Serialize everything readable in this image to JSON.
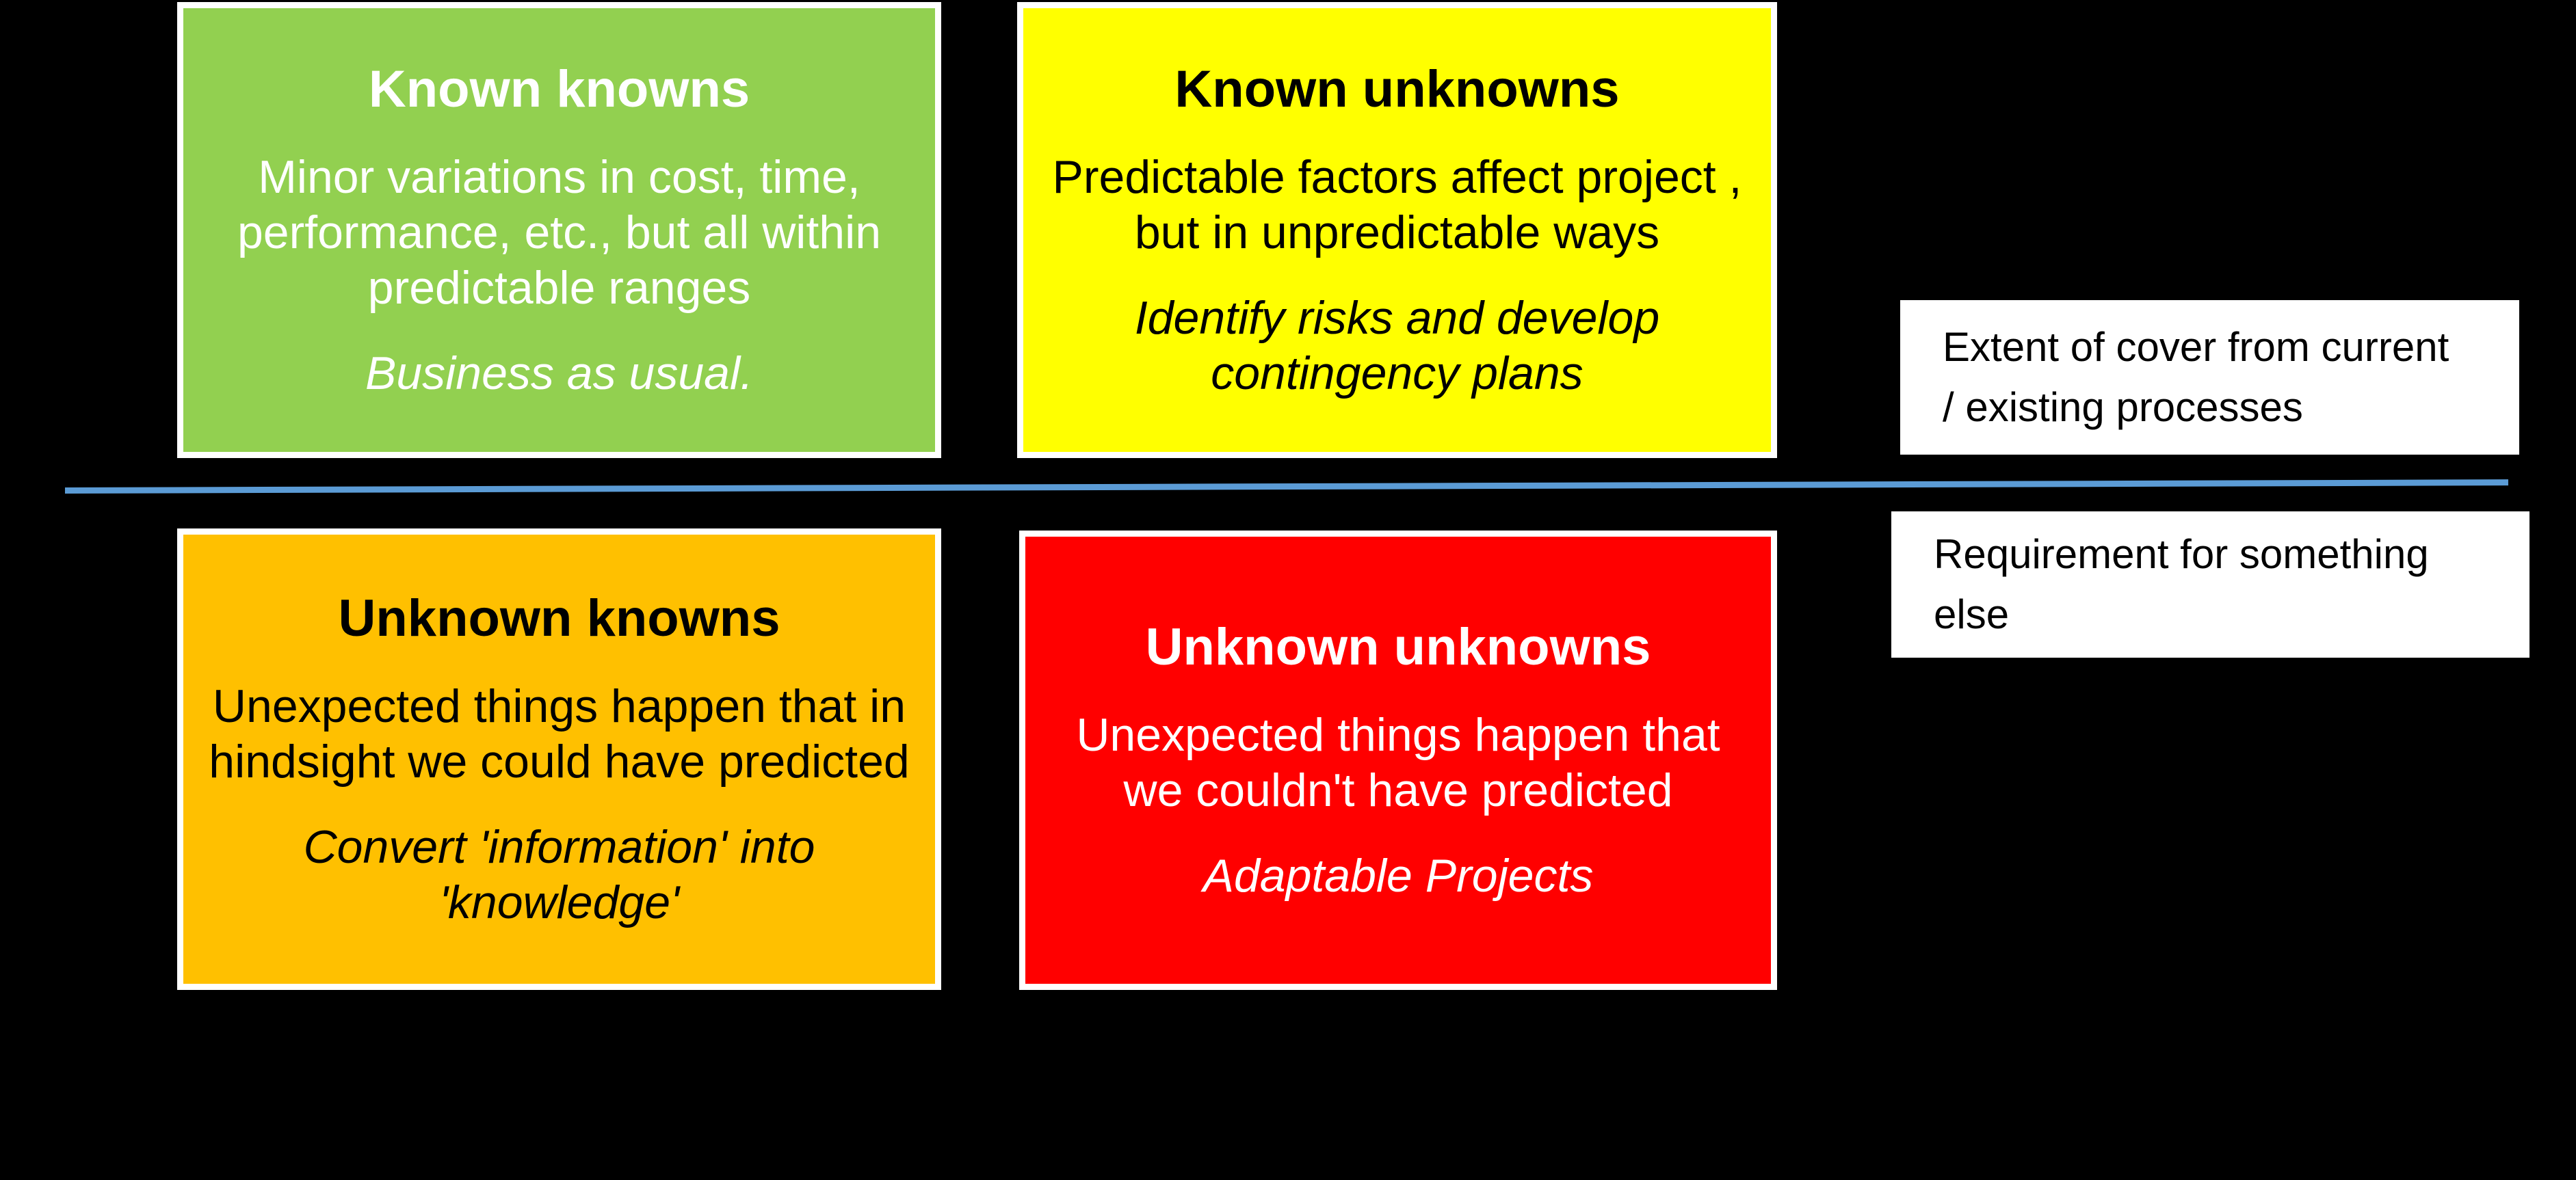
{
  "background": "#000000",
  "quadrants": [
    {
      "id": "known-knowns",
      "title": "Known knowns",
      "body": "Minor variations in cost, time,\nperformance, etc., but all within\npredictable ranges",
      "action": "Business as usual.",
      "fill": "#92D050",
      "text_color": "#FFFFFF"
    },
    {
      "id": "known-unknowns",
      "title": "Known unknowns",
      "body": "Predictable factors affect project ,\nbut in unpredictable ways",
      "action": "Identify risks and develop\ncontingency plans",
      "fill": "#FFFF00",
      "text_color": "#000000"
    },
    {
      "id": "unknown-knowns",
      "title": "Unknown knowns",
      "body": "Unexpected things happen that in\nhindsight we could have predicted",
      "action": "Convert 'information' into\n'knowledge'",
      "fill": "#FFC000",
      "text_color": "#000000"
    },
    {
      "id": "unknown-unknowns",
      "title": "Unknown unknowns",
      "body": "Unexpected things happen that\nwe couldn't have predicted",
      "action": "Adaptable Projects",
      "fill": "#FF0000",
      "text_color": "#FFFFFF"
    }
  ],
  "side_labels": [
    {
      "id": "extent-of-cover",
      "text": "Extent of cover from current\n/ existing processes"
    },
    {
      "id": "requirement-for-something-else",
      "text": "Requirement for something\nelse"
    }
  ],
  "divider": {
    "color": "#5B9BD5"
  }
}
